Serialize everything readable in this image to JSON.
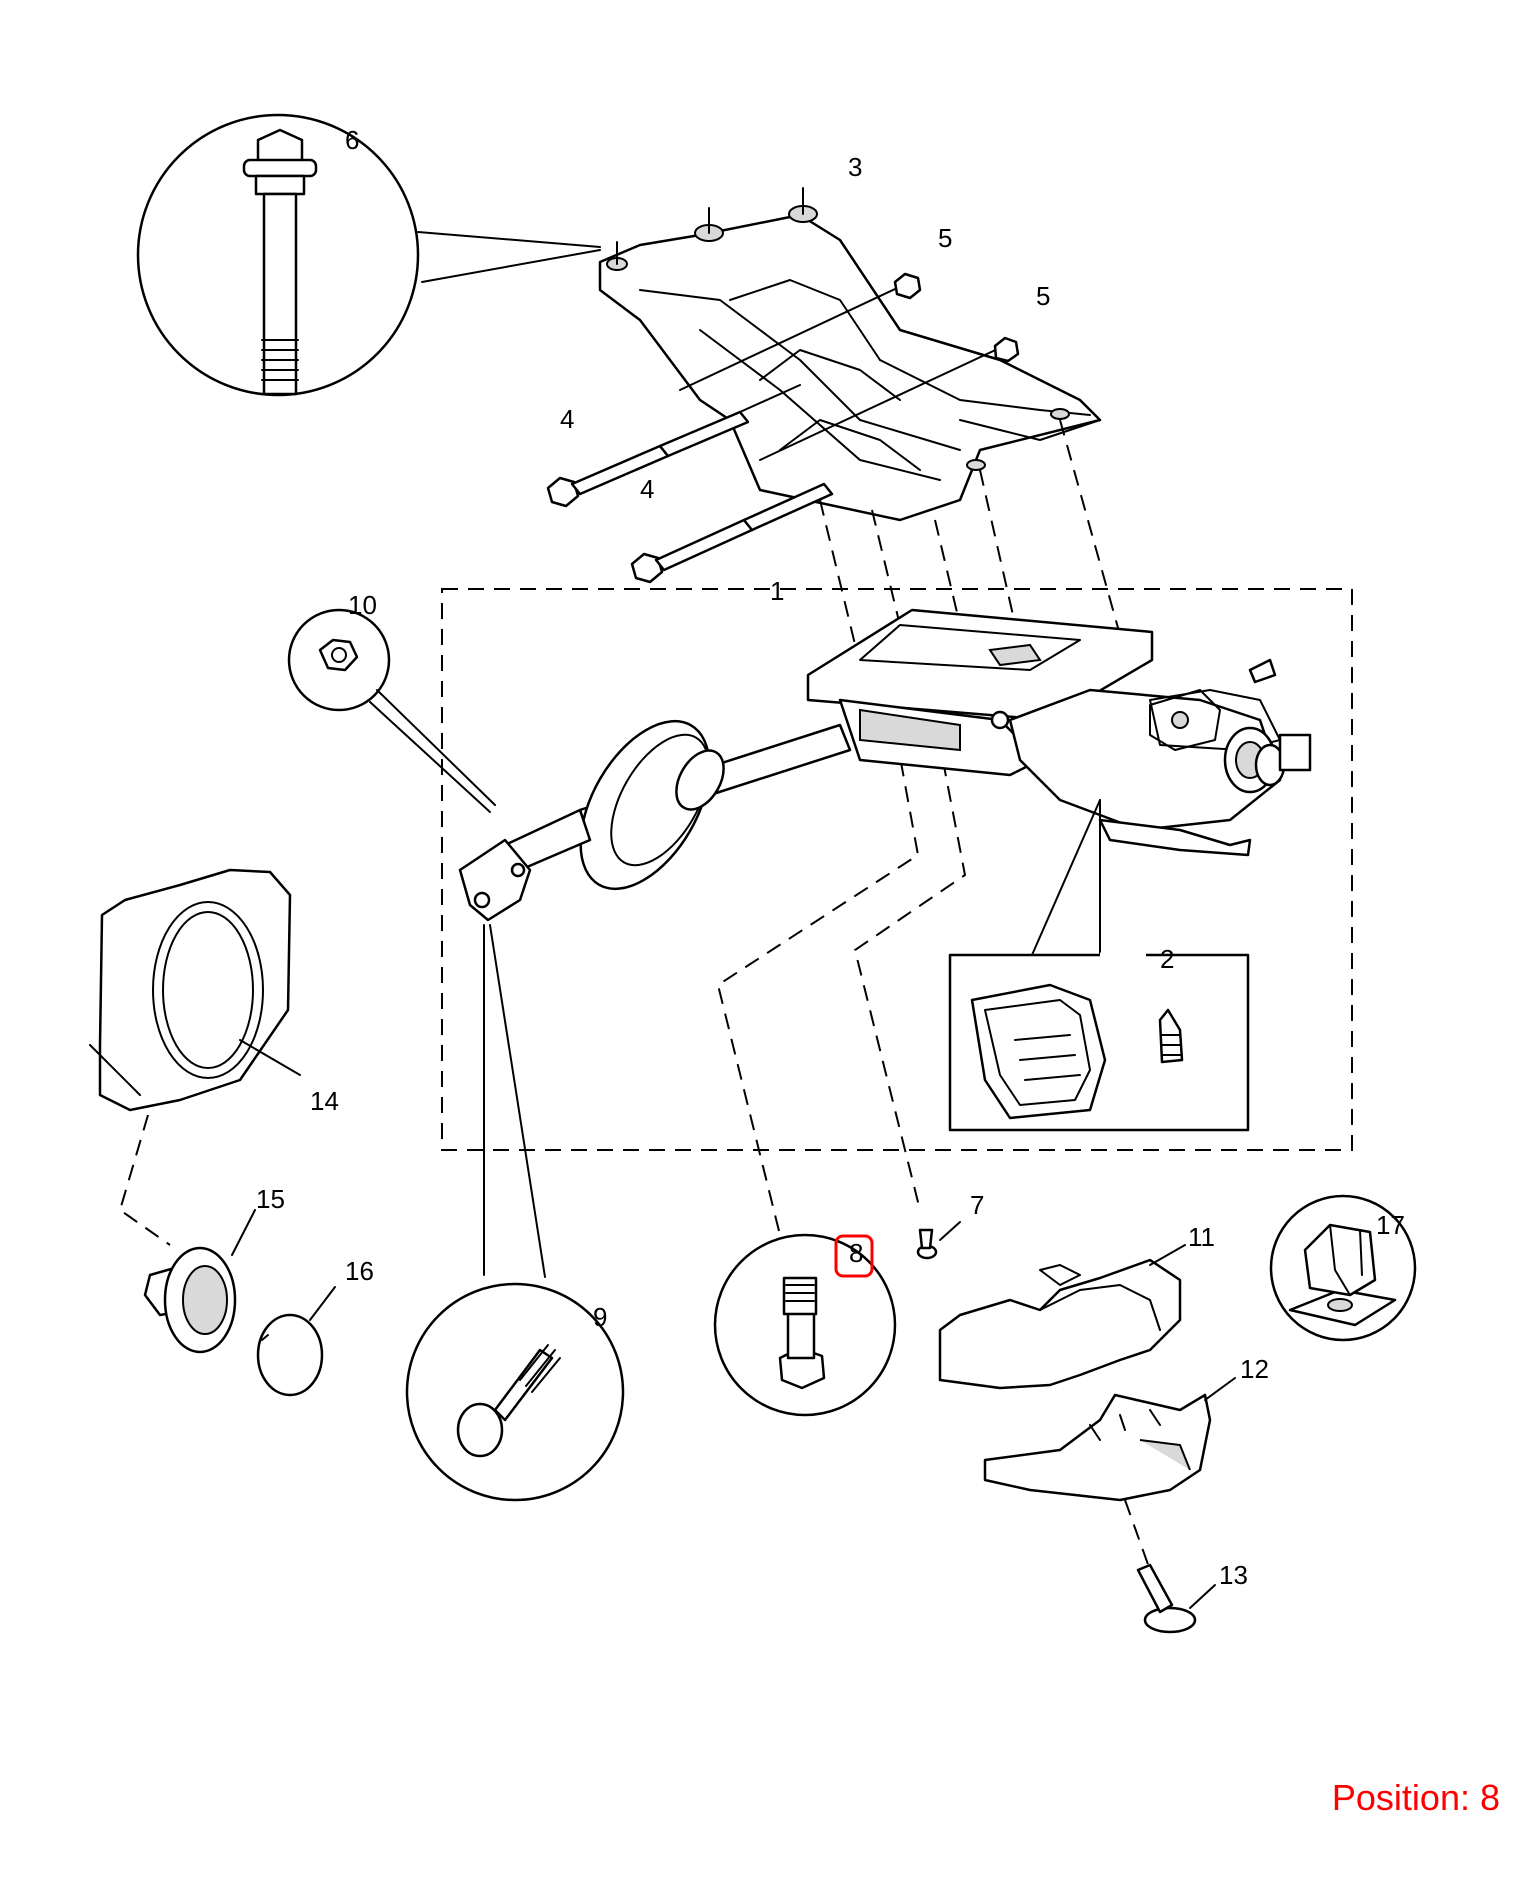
{
  "diagram": {
    "callouts": [
      {
        "id": "1",
        "label": "1"
      },
      {
        "id": "2",
        "label": "2"
      },
      {
        "id": "3",
        "label": "3"
      },
      {
        "id": "4a",
        "label": "4"
      },
      {
        "id": "4b",
        "label": "4"
      },
      {
        "id": "5a",
        "label": "5"
      },
      {
        "id": "5b",
        "label": "5"
      },
      {
        "id": "6",
        "label": "6"
      },
      {
        "id": "7",
        "label": "7"
      },
      {
        "id": "8",
        "label": "8"
      },
      {
        "id": "9",
        "label": "9"
      },
      {
        "id": "10",
        "label": "10"
      },
      {
        "id": "11",
        "label": "11"
      },
      {
        "id": "12",
        "label": "12"
      },
      {
        "id": "13",
        "label": "13"
      },
      {
        "id": "14",
        "label": "14"
      },
      {
        "id": "15",
        "label": "15"
      },
      {
        "id": "16",
        "label": "16"
      },
      {
        "id": "17",
        "label": "17"
      }
    ],
    "highlighted": "8",
    "highlight_color": "#ff0000"
  },
  "position_label": "Position: 8",
  "position_color": "#ff0000"
}
